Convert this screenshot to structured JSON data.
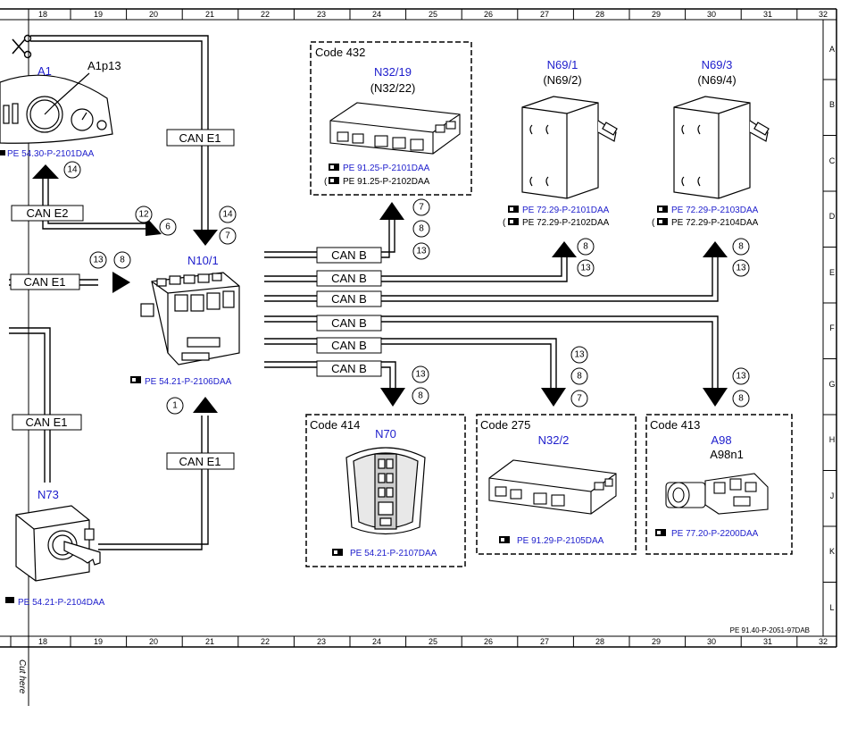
{
  "frame": {
    "col_numbers": [
      "18",
      "19",
      "20",
      "21",
      "22",
      "23",
      "24",
      "25",
      "26",
      "27",
      "28",
      "29",
      "30",
      "31",
      "32"
    ],
    "row_letters": [
      "A",
      "B",
      "C",
      "D",
      "E",
      "F",
      "G",
      "H",
      "J",
      "K",
      "L"
    ],
    "doc_id": "PE 91.40-P-2051-97DAB",
    "cut_here": "Cut here"
  },
  "bus_labels": {
    "can_e1": "CAN E1",
    "can_e2": "CAN E2",
    "can_b": "CAN B"
  },
  "components": {
    "a1": {
      "name": "A1",
      "sub": "A1p13",
      "ref": "PE 54.30-P-2101DAA"
    },
    "n10_1": {
      "name": "N10/1",
      "ref": "PE 54.21-P-2106DAA"
    },
    "n73": {
      "name": "N73",
      "ref": "PE 54.21-P-2104DAA"
    },
    "n32_19": {
      "code": "Code 432",
      "name": "N32/19",
      "alt": "(N32/22)",
      "ref1": "PE 91.25-P-2101DAA",
      "ref2": "PE 91.25-P-2102DAA"
    },
    "n69_1": {
      "name": "N69/1",
      "alt": "(N69/2)",
      "ref1": "PE 72.29-P-2101DAA",
      "ref2": "PE 72.29-P-2102DAA"
    },
    "n69_3": {
      "name": "N69/3",
      "alt": "(N69/4)",
      "ref1": "PE 72.29-P-2103DAA",
      "ref2": "PE 72.29-P-2104DAA"
    },
    "n70": {
      "code": "Code 414",
      "name": "N70",
      "ref": "PE 54.21-P-2107DAA"
    },
    "n32_2": {
      "code": "Code 275",
      "name": "N32/2",
      "ref": "PE 91.29-P-2105DAA"
    },
    "a98": {
      "code": "Code 413",
      "name": "A98",
      "sub": "A98n1",
      "ref": "PE 77.20-P-2200DAA"
    }
  },
  "circled": {
    "c14a": "14",
    "c12": "12",
    "c6": "6",
    "c14b": "14",
    "c7a": "7",
    "c13a": "13",
    "c8a": "8",
    "c1": "1",
    "n32_7": "7",
    "n32_8": "8",
    "n32_13": "13",
    "n69_8": "8",
    "n69_13": "13",
    "n693_8": "8",
    "n693_13": "13",
    "n70_13": "13",
    "n70_8": "8",
    "n322_13": "13",
    "n322_8": "8",
    "n322_7": "7",
    "a98_13": "13",
    "a98_8": "8"
  },
  "colors": {
    "component_name": "#1d1dcc",
    "line": "#000000"
  }
}
